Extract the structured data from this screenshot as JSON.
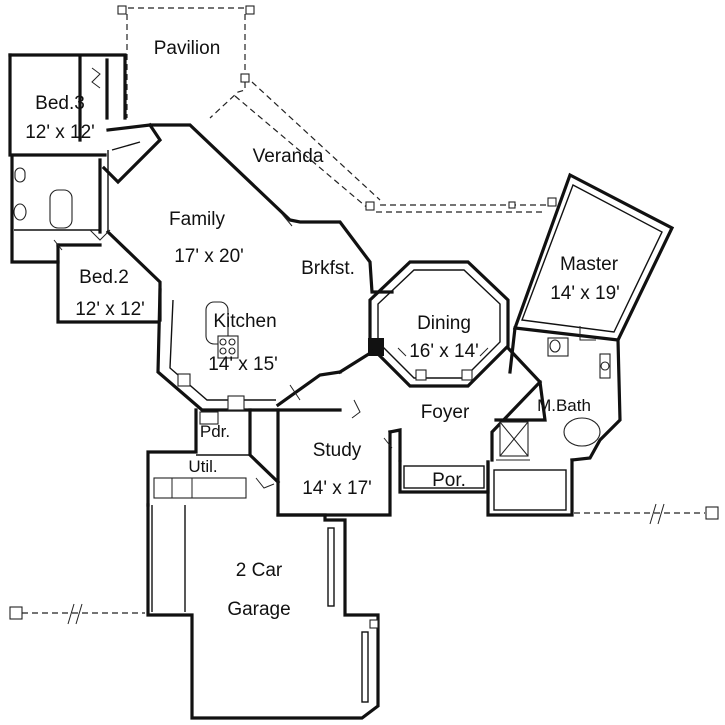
{
  "plan": {
    "rooms": {
      "pavilion": {
        "name": "Pavilion"
      },
      "veranda": {
        "name": "Veranda"
      },
      "bed3": {
        "name": "Bed.3",
        "size": "12' x 12'"
      },
      "family": {
        "name": "Family",
        "size": "17' x 20'"
      },
      "brkfst": {
        "name": "Brkfst."
      },
      "bed2": {
        "name": "Bed.2",
        "size": "12' x 12'"
      },
      "kitchen": {
        "name": "Kitchen",
        "size": "14' x 15'"
      },
      "dining": {
        "name": "Dining",
        "size": "16' x 14'"
      },
      "master": {
        "name": "Master",
        "size": "14' x 19'"
      },
      "mbath": {
        "name": "M.Bath"
      },
      "foyer": {
        "name": "Foyer"
      },
      "pdr": {
        "name": "Pdr."
      },
      "util": {
        "name": "Util."
      },
      "study": {
        "name": "Study",
        "size": "14' x 17'"
      },
      "por": {
        "name": "Por."
      },
      "garage": {
        "name": "2 Car",
        "size": "Garage"
      }
    }
  }
}
